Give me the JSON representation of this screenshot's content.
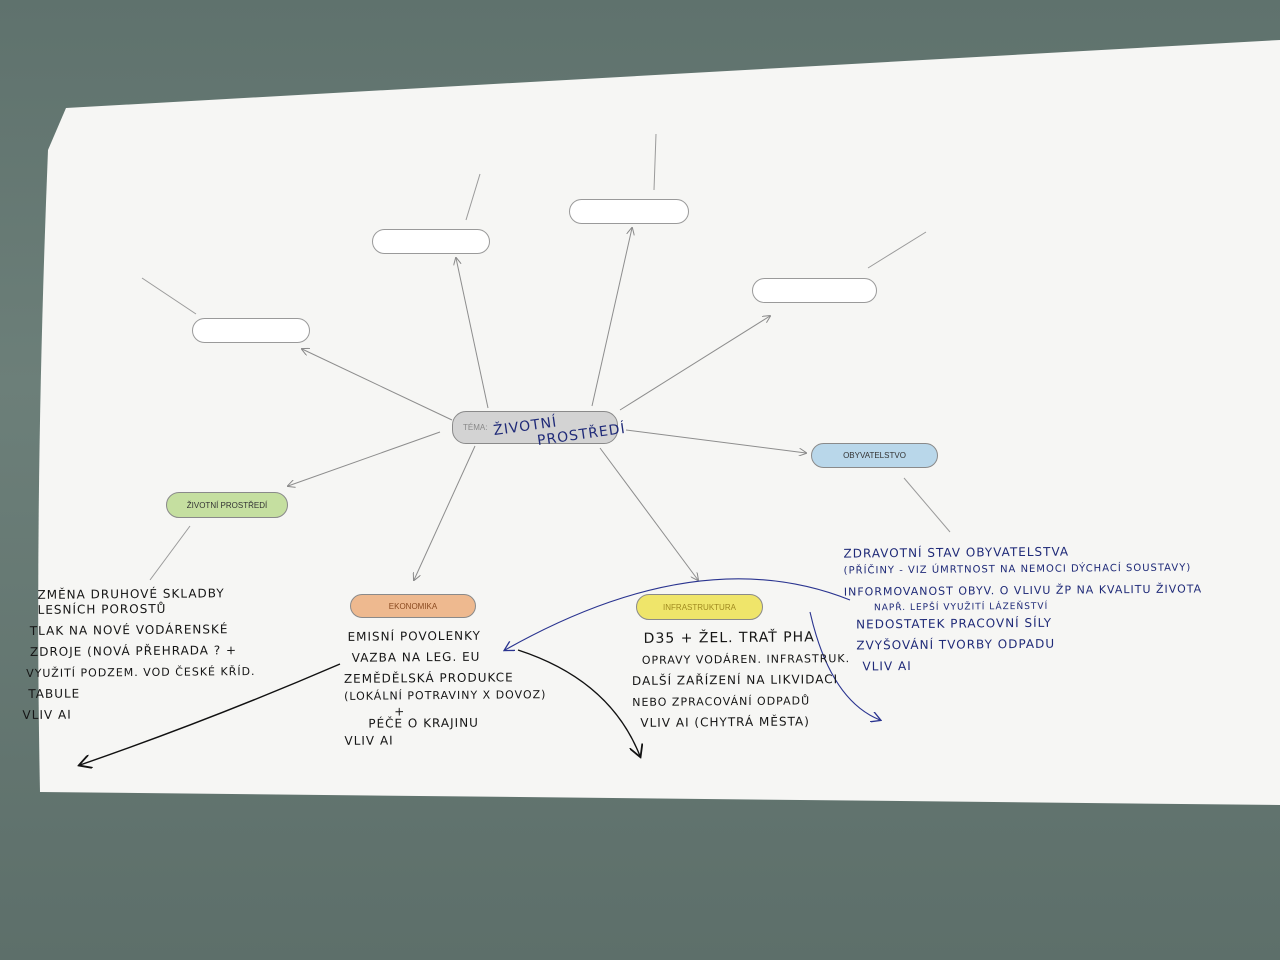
{
  "center": {
    "label": "TÉMA:",
    "handwritten": [
      "ŽIVOTNÍ",
      "PROSTŘEDÍ"
    ]
  },
  "categories": {
    "zivotni_prostredi": {
      "label": "ŽIVOTNÍ PROSTŘEDÍ",
      "color": "#c5dfa0"
    },
    "ekonomika": {
      "label": "EKONOMIKA",
      "color": "#eeb98f"
    },
    "infrastruktura": {
      "label": "INFRASTRUKTURA",
      "color": "#efe56a"
    },
    "obyvatelstvo": {
      "label": "OBYVATELSTVO",
      "color": "#b9d7ea"
    }
  },
  "notes": {
    "zivotni_prostredi": [
      "ZMĚNA DRUHOVÉ SKLADBY",
      "LESNÍCH POROSTŮ",
      "TLAK NA NOVÉ VODÁRENSKÉ",
      "ZDROJE (NOVÁ PŘEHRADA ? +",
      "VYUŽITÍ PODZEM. VOD ČESKÉ KŘÍD.",
      "TABULE",
      "VLIV AI"
    ],
    "ekonomika": [
      "EMISNÍ POVOLENKY",
      "VAZBA NA LEG. EU",
      "ZEMĚDĚLSKÁ PRODUKCE",
      "(LOKÁLNÍ POTRAVINY X DOVOZ)",
      "+",
      "PÉČE O KRAJINU",
      "VLIV AI"
    ],
    "infrastruktura": [
      "D35 + ŽEL. TRAŤ PHA",
      "OPRAVY VODÁREN. INFRASTRUK.",
      "DALŠÍ ZAŘÍZENÍ NA LIKVIDACI",
      "NEBO ZPRACOVÁNÍ ODPADŮ",
      "VLIV AI (CHYTRÁ MĚSTA)"
    ],
    "obyvatelstvo": [
      "ZDRAVOTNÍ STAV OBYVATELSTVA",
      "(PŘÍČINY - VIZ ÚMRTNOST NA NEMOCI DÝCHACÍ SOUSTAVY)",
      "INFORMOVANOST OBYV. O VLIVU ŽP NA KVALITU ŽIVOTA",
      "NAPŘ. LEPŠÍ VYUŽITÍ LÁZEŇSTVÍ",
      "NEDOSTATEK PRACOVNÍ SÍLY",
      "ZVYŠOVÁNÍ TVORBY ODPADU",
      "VLIV AI"
    ]
  }
}
